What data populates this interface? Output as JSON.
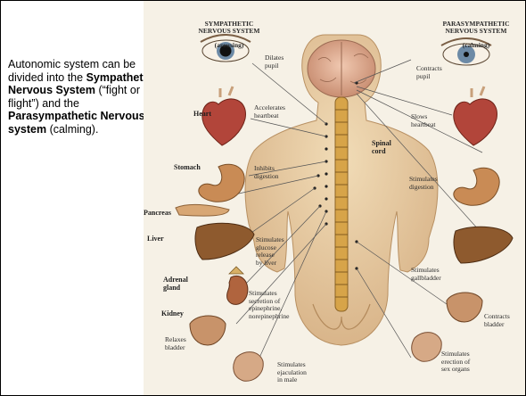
{
  "caption": {
    "line1": "Autonomic system can be divided into the",
    "sym_bold": "Sympathetic Nervous System",
    "sym_paren": " (“fight or flight”) and the ",
    "para_bold": "Parasympathetic Nervous system",
    "para_paren": " (calming)."
  },
  "figure": {
    "sym_title": "SYMPATHETIC\nNERVOUS SYSTEM",
    "sym_sub": "(arousing)",
    "para_title": "PARASYMPATHETIC\nNERVOUS SYSTEM",
    "para_sub": "(calming)",
    "organs_left": [
      "Heart",
      "Stomach",
      "Pancreas",
      "Liver",
      "Adrenal\ngland",
      "Kidney"
    ],
    "spinal_cord": "Spinal\ncord",
    "sym_effects": [
      "Dilates\npupil",
      "Accelerates\nheartbeat",
      "Inhibits\ndigestion",
      "Stimulates\nglucose\nrelease\nby liver",
      "Stimulates\nsecretion of\nepinephrine,\nnorepinephrine",
      "Relaxes\nbladder",
      "Stimulates\nejaculation\nin male"
    ],
    "para_effects": [
      "Contracts\npupil",
      "Slows\nheartbeat",
      "Stimulates\ndigestion",
      "Stimulates\ngallbladder",
      "Contracts\nbladder",
      "Stimulates\nerection of\nsex organs"
    ],
    "colors": {
      "skin": "#ecd2a6",
      "skin_shadow": "#c9a274",
      "cord": "#d7a449",
      "organ_red": "#b2453a",
      "organ_brown": "#8e5a2e",
      "brain": "#e3b7a0"
    }
  }
}
